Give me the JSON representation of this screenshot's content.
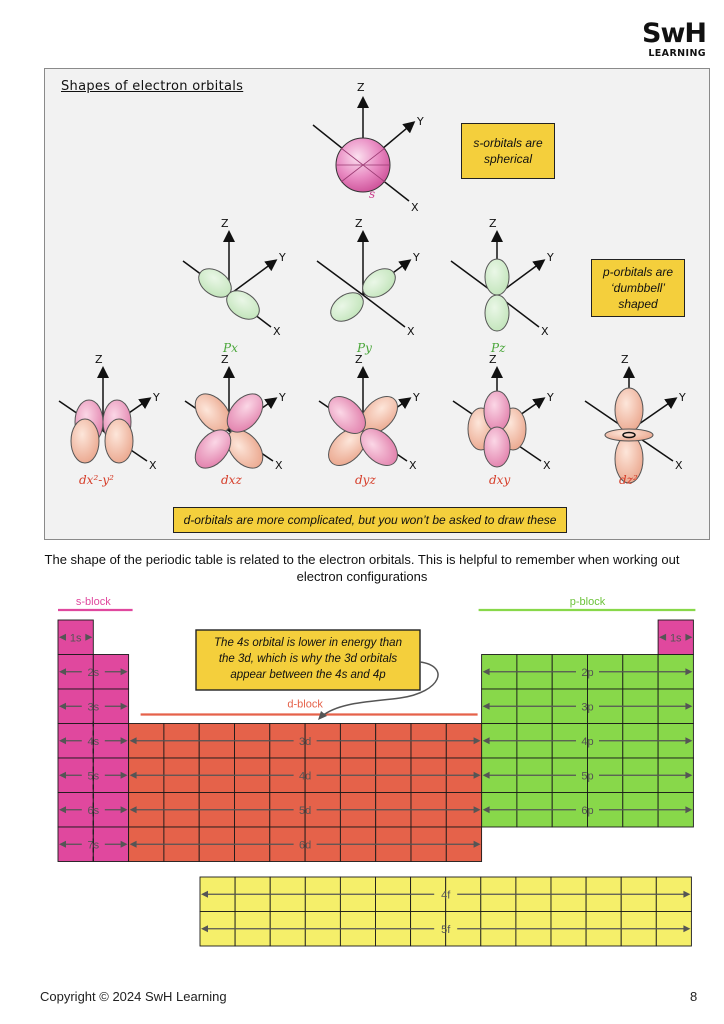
{
  "logo": {
    "top": "SwH",
    "bottom": "LEARNING"
  },
  "panel": {
    "title": "Shapes of electron orbitals",
    "axis": {
      "z": "Z",
      "y": "Y",
      "x": "X"
    },
    "s_label": "s",
    "s_note": "s-orbitals are spherical",
    "p_labels": [
      "Px",
      "Py",
      "Pz"
    ],
    "p_note": "p-orbitals are ‘dumbbell’ shaped",
    "d_labels": [
      "dx²-y²",
      "dxz",
      "dyz",
      "dxy",
      "dz²"
    ],
    "d_note": "d-orbitals are more complicated, but you won’t be asked to draw these"
  },
  "intro_text": "The shape of the periodic table is related to the electron orbitals. This is helpful to remember when working out electron configurations",
  "periodic": {
    "blocks": {
      "s": "s-block",
      "p": "p-block",
      "d": "d-block"
    },
    "s_rows": [
      "1s",
      "2s",
      "3s",
      "4s",
      "5s",
      "6s",
      "7s"
    ],
    "he_label": "1s",
    "p_rows": [
      "2p",
      "3p",
      "4p",
      "5p",
      "6p"
    ],
    "d_rows": [
      "3d",
      "4d",
      "5d",
      "6d"
    ],
    "f_rows": [
      "4f",
      "5f"
    ],
    "note": "The 4s orbital is lower in energy than the 3d, which is why the 3d orbitals appear between the 4s and 4p",
    "colors": {
      "s": "#e0489e",
      "d": "#e5624a",
      "p": "#88d84a",
      "f": "#f5ef6a"
    }
  },
  "footer": {
    "copyright": "Copyright © 2024 SwH Learning",
    "page": "8"
  }
}
